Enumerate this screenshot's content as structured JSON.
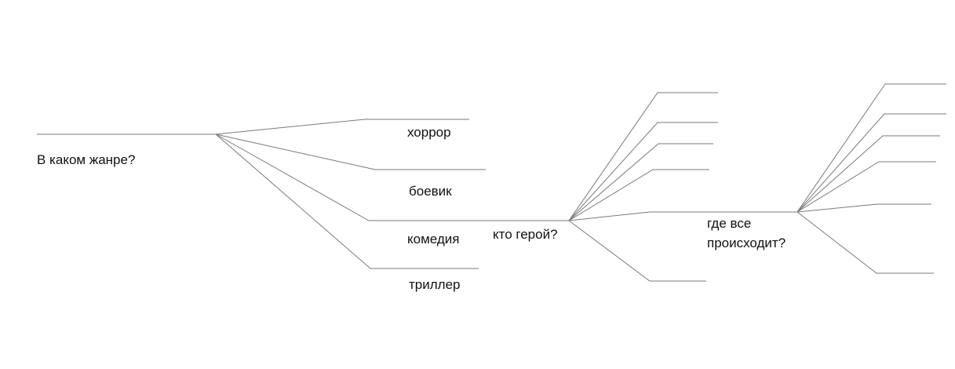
{
  "diagram": {
    "question_genre": "В каком жанре?",
    "genres": [
      "хоррор",
      "боевик",
      "комедия",
      "триллер"
    ],
    "question_hero": "кто герой?",
    "question_place_line1": "где все",
    "question_place_line2": "происходит?",
    "line_color": "#7a7a7a"
  }
}
